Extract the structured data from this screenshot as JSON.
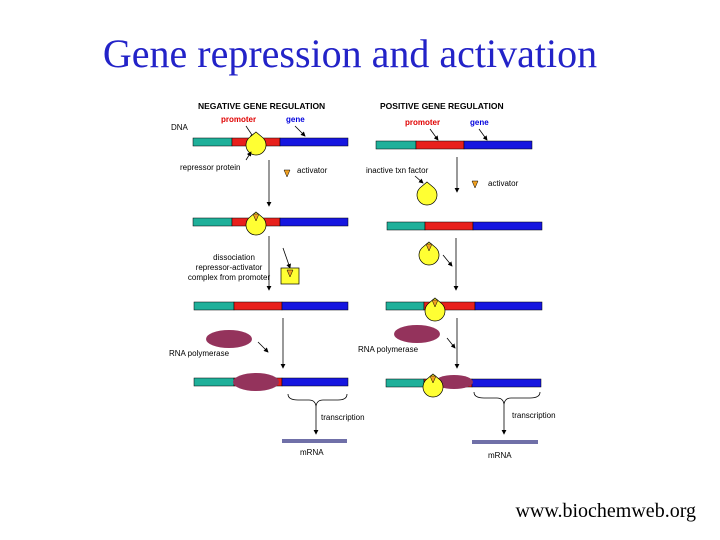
{
  "title": "Gene repression and activation",
  "footer": "www.biochemweb.org",
  "negative": {
    "header": "NEGATIVE GENE REGULATION",
    "dna": "DNA",
    "promoter": "promoter",
    "gene": "gene",
    "repressor": "repressor protein",
    "activator": "activator",
    "dissociation": [
      "dissociation",
      "repressor-activator",
      "complex from promoter"
    ],
    "rna_polymerase": "RNA polymerase",
    "transcription": "transcription",
    "mrna": "mRNA"
  },
  "positive": {
    "header": "POSITIVE GENE REGULATION",
    "promoter": "promoter",
    "gene": "gene",
    "inactive_factor": "inactive txn factor",
    "activator": "activator",
    "rna_polymerase": "RNA polymerase",
    "transcription": "transcription",
    "mrna": "mRNA"
  },
  "colors": {
    "title": "#2323c8",
    "teal": "#1fb09a",
    "promoter_red": "#e8201c",
    "gene_blue": "#1616e0",
    "protein_yellow": "#ffff33",
    "activator_orange": "#f0a020",
    "polymerase": "#94335c",
    "mrna": "#7070a8"
  }
}
